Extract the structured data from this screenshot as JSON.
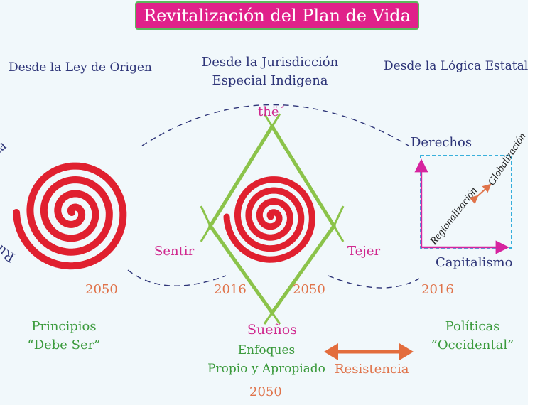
{
  "title": "Revitalización del Plan de Vida",
  "headings": {
    "left": "Desde la Ley de Origen",
    "center_line1": "Desde la Jurisdicción",
    "center_line2": "Especial Indigena",
    "right": "Desde la Lógica Estatal"
  },
  "spiral_label": "Ruta del Pueblo Nasa",
  "diamond": {
    "top": "thë´",
    "left": "Sentir",
    "right": "Tejer",
    "bottom": "Sueños"
  },
  "years": {
    "left": "2050",
    "diamond_left": "2016",
    "diamond_right": "2050",
    "right": "2016",
    "bottom": "2050"
  },
  "axes": {
    "y_label": "Derechos",
    "x_label": "Capitalismo",
    "diag_low": "Regionalización",
    "diag_high": "Globalización"
  },
  "bottom_left": {
    "line1": "Principios",
    "line2": "“Debe Ser”"
  },
  "bottom_center": {
    "line1": "Enfoques",
    "line2": "Propio y Apropiado"
  },
  "bottom_right": {
    "line1": "Políticas",
    "line2": "”Occidental”"
  },
  "resistance": "Resistencia",
  "colors": {
    "title_bg": "#e0218a",
    "title_border": "#5cb85c",
    "spiral": "#e0202f",
    "diamond": "#8bc34a",
    "navy": "#2e3578",
    "magenta": "#d0288e",
    "green": "#3b9a3c",
    "orange": "#e0734a",
    "dashed": "#2e3578",
    "axis_magenta": "#d6249f",
    "box_cyan": "#1fa6d8"
  }
}
